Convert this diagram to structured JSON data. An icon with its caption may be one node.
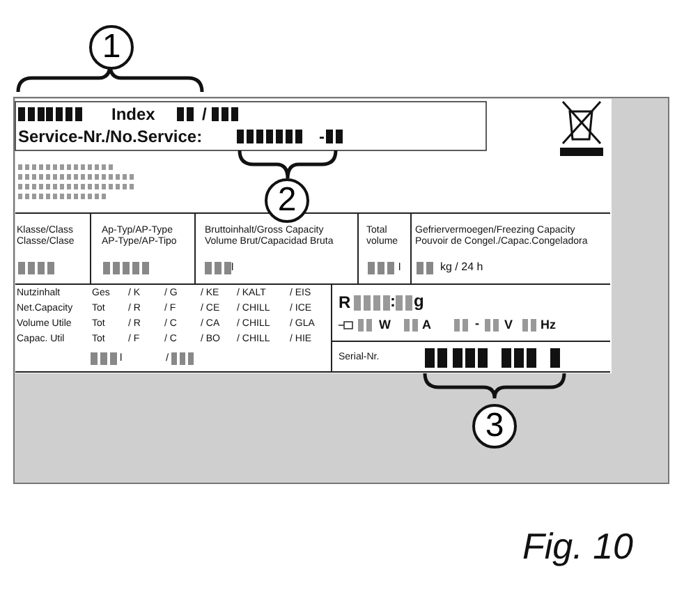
{
  "diagram": {
    "caption": "Fig. 10",
    "labels": [
      "1",
      "Index",
      "/",
      "Service-Nr./No.Service:",
      "-",
      "2",
      "Klasse/Class Classe/Clase",
      "Ap-Typ/AP-Type AP-Type/AP-Tipo",
      "Bruttoinhalt/Gross Capacity Volume Brut/Capacidad Bruta",
      "Total volume",
      "Gefriervermoegen/Freezing Capacity Pouvoir de Congel./Capac.Congeladora",
      "l",
      "l",
      "kg / 24 h",
      "Nutzinhalt",
      "Ges",
      "/ K",
      "/ G",
      "/ KE",
      "/ KALT",
      "/ EIS",
      "Net.Capacity",
      "Tot",
      "/ R",
      "/ F",
      "/ CE",
      "/ CHILL",
      "/ ICE",
      "Volume Utile",
      "Tot",
      "/ R",
      "/ C",
      "/ CA",
      "/ CHILL",
      "/ GLA",
      "Capac. Util",
      "Tot",
      "/ F",
      "/ C",
      "/ BO",
      "/ CHILL",
      "/ HIE",
      "l",
      "/",
      "R",
      ":",
      "g",
      "W",
      "A",
      "-",
      "V",
      "Hz",
      "Serial-Nr.",
      "3"
    ]
  }
}
